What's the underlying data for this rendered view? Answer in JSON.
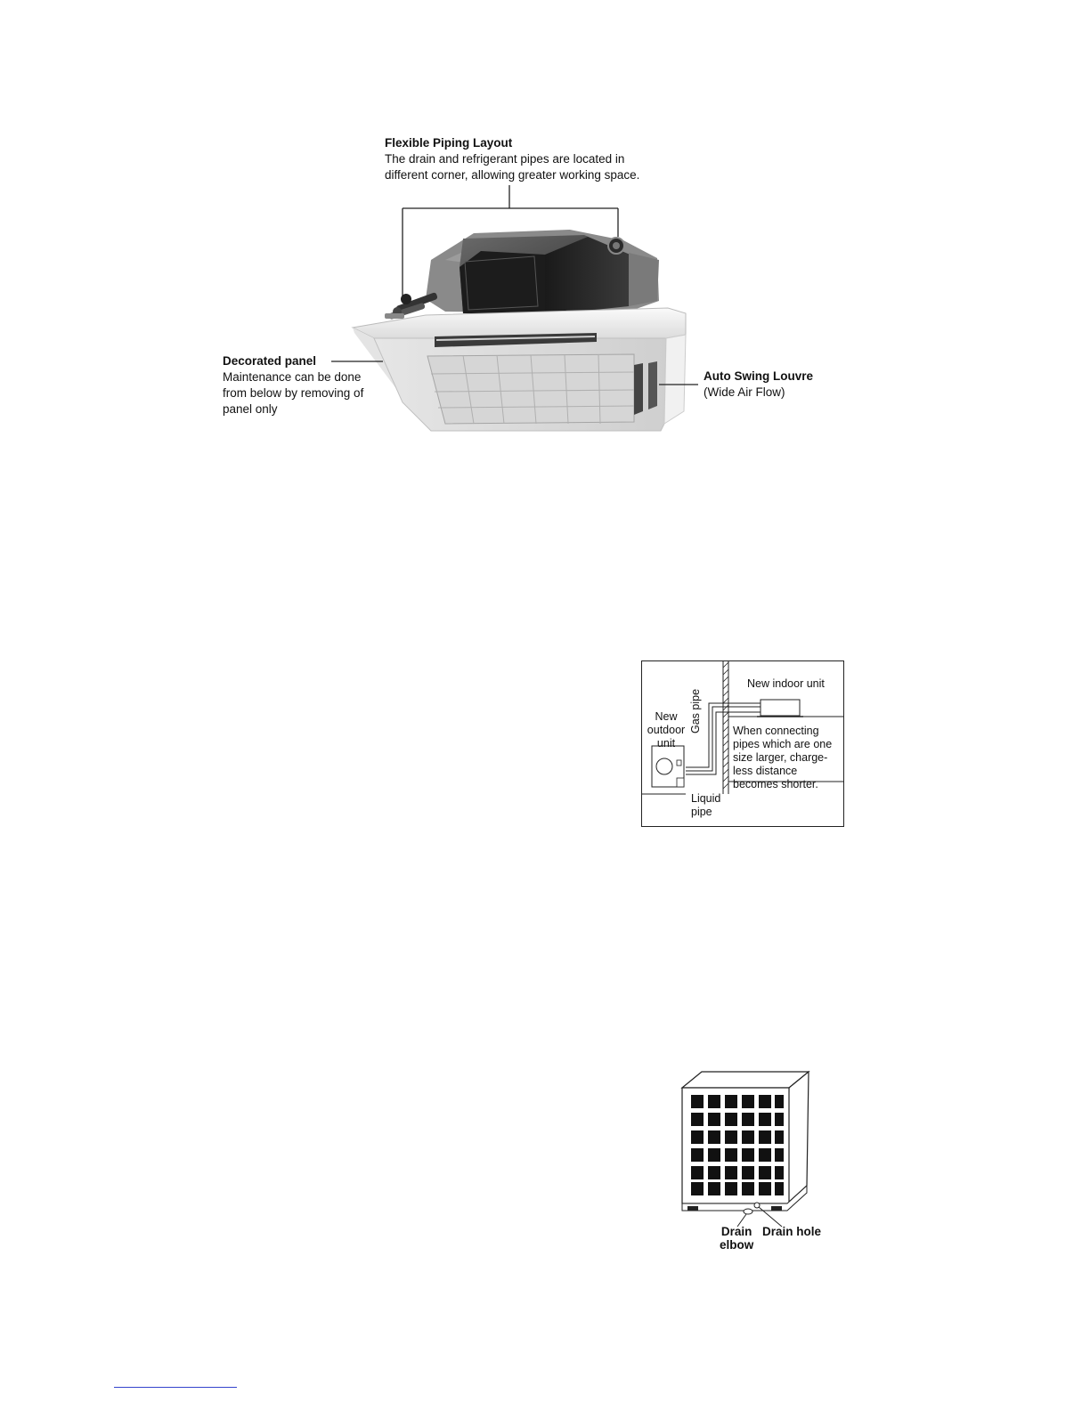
{
  "figure1": {
    "piping": {
      "title": "Flexible Piping Layout",
      "line1": "The drain and refrigerant pipes are located in",
      "line2": "different corner, allowing greater working space."
    },
    "panel": {
      "title": "Decorated panel",
      "line1": "Maintenance can be done",
      "line2": "from below by removing of",
      "line3": "panel only"
    },
    "louvre": {
      "title": "Auto Swing Louvre",
      "line1": "(Wide Air Flow)"
    }
  },
  "figure2": {
    "new_indoor_unit": "New indoor unit",
    "gas_pipe": "Gas pipe",
    "new": "New",
    "outdoor": "outdoor",
    "unit": "unit",
    "note1": "When connecting",
    "note2": "pipes which are one",
    "note3": "size larger, charge-",
    "note4": "less distance",
    "note5": "becomes shorter.",
    "liquid": "Liquid",
    "pipe": "pipe"
  },
  "figure3": {
    "drain_elbow_1": "Drain",
    "drain_elbow_2": "elbow",
    "drain_hole": "Drain hole"
  }
}
